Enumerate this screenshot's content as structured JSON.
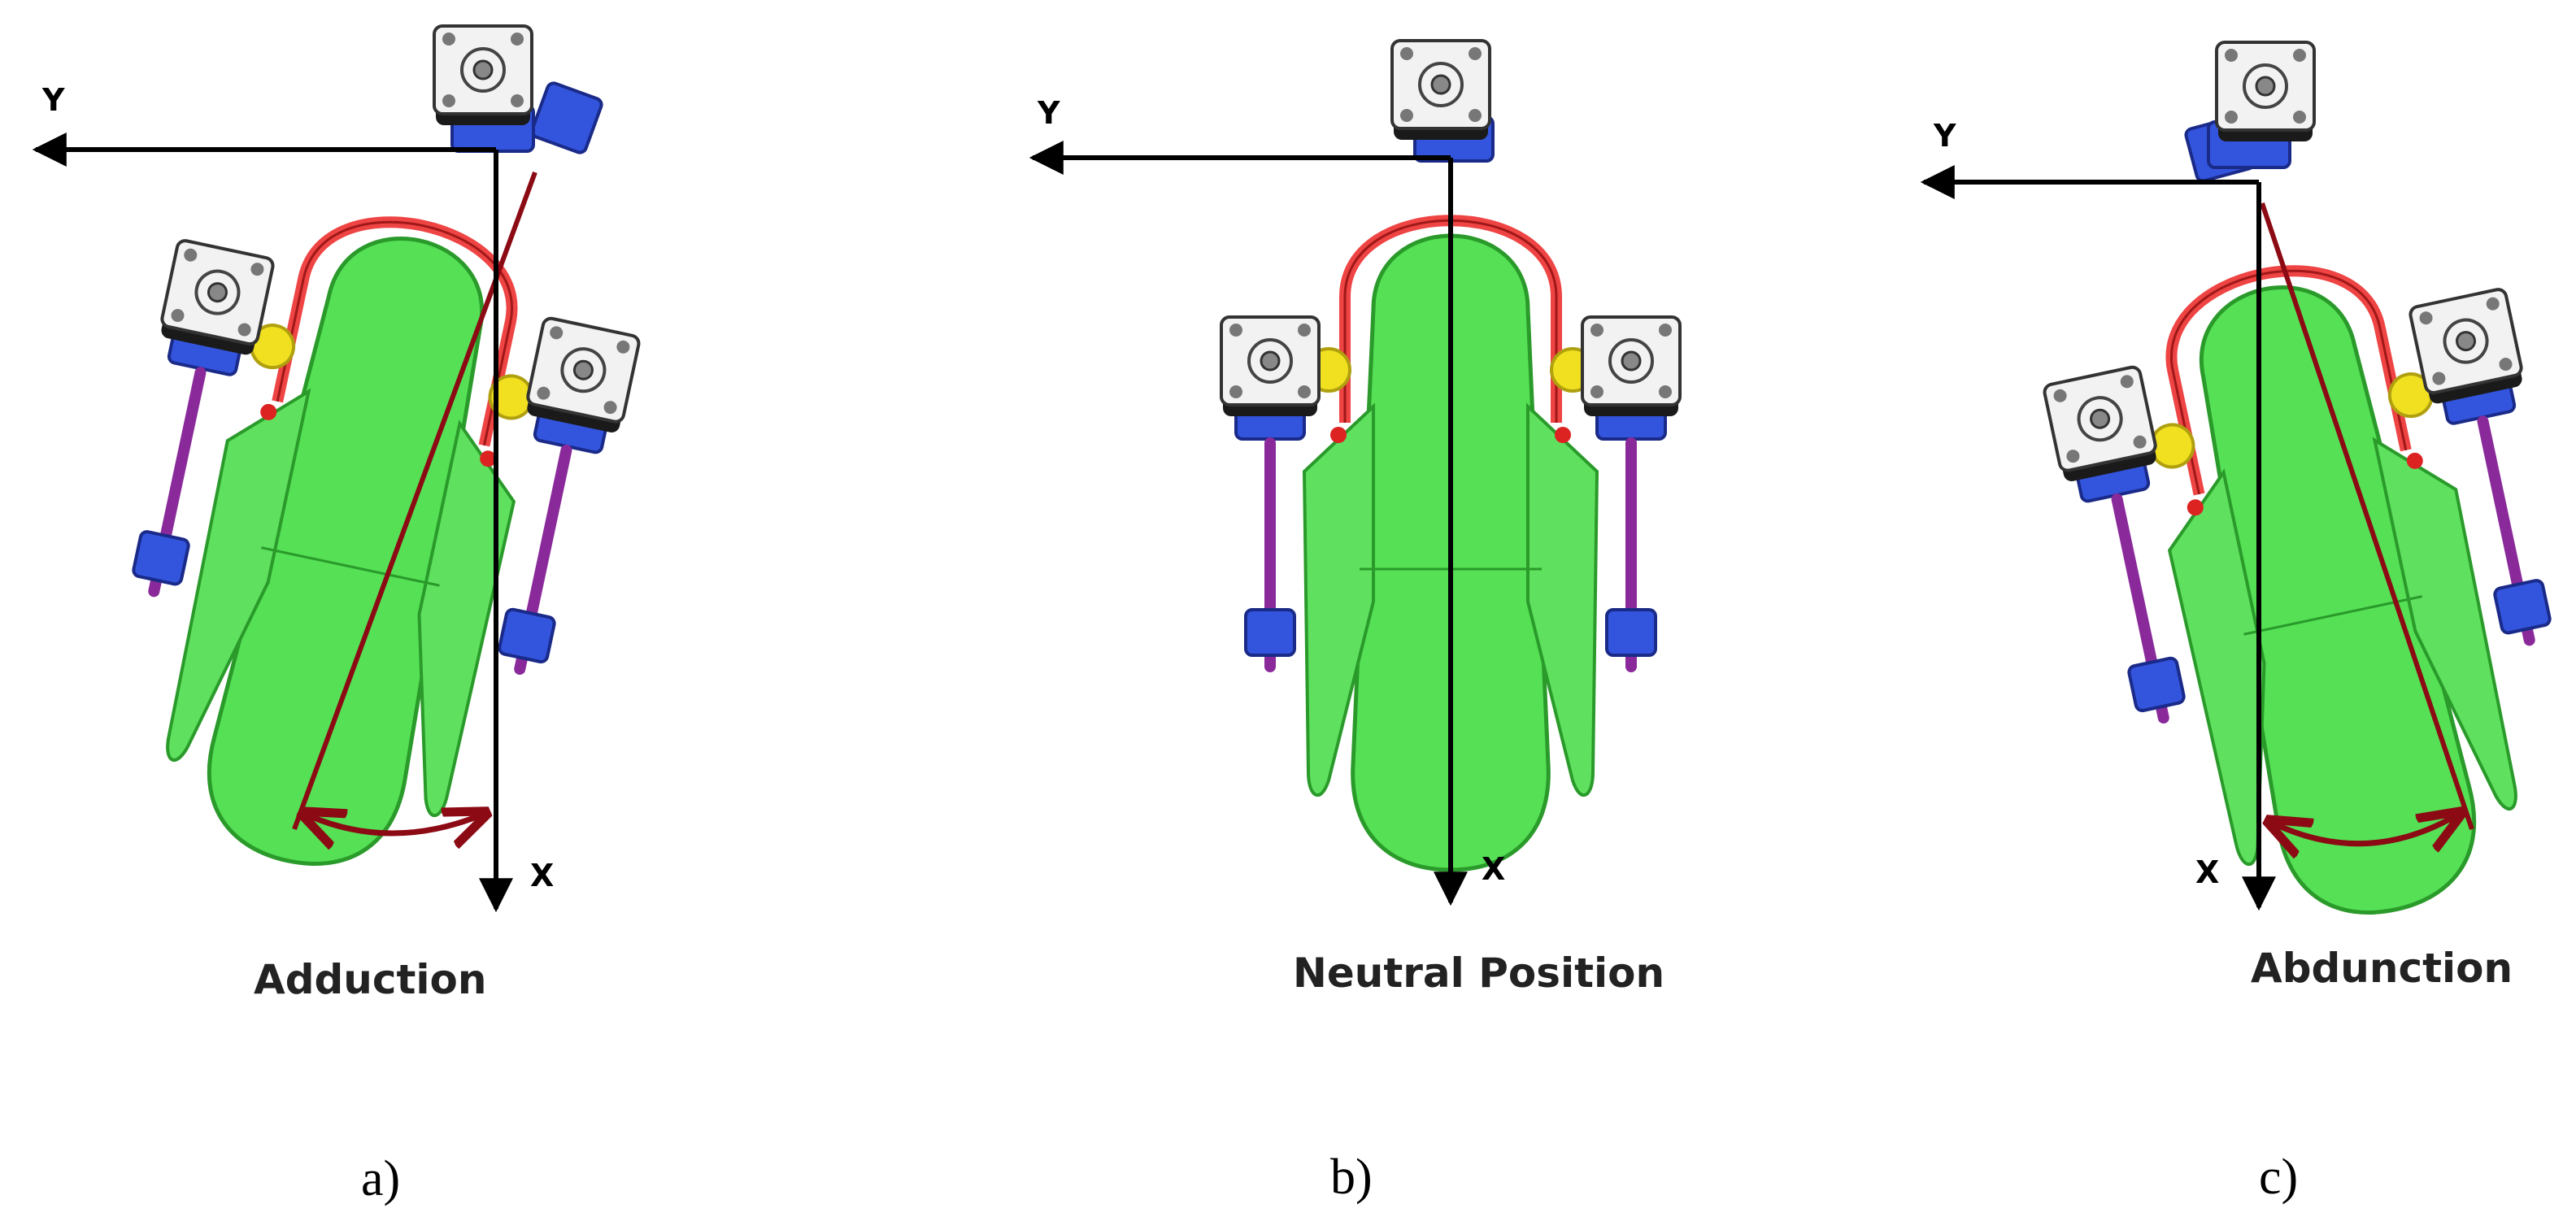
{
  "panels": [
    {
      "id": "a",
      "sublabel": "a)",
      "caption": "Adduction",
      "axis_y": "Y",
      "axis_x": "X"
    },
    {
      "id": "b",
      "sublabel": "b)",
      "caption": "Neutral Position",
      "axis_y": "Y",
      "axis_x": "X"
    },
    {
      "id": "c",
      "sublabel": "c)",
      "caption": "Abdunction",
      "axis_y": "Y",
      "axis_x": "X"
    }
  ],
  "colors": {
    "foot_plate": "#55e055",
    "foot_edge": "#2a9a2a",
    "heel_rail": "#ee4444",
    "motor_body": "#f2f2f2",
    "motor_base": "#1a1a1a",
    "mount": "#3355dd",
    "rod": "#8a2a9a",
    "hinge": "#f0e020",
    "angle_line": "#8b0a14",
    "axis": "#000000"
  }
}
